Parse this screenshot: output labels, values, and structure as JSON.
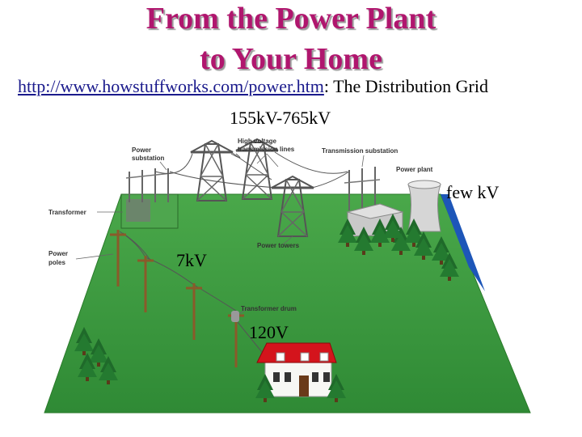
{
  "title_line1": "From the Power Plant",
  "title_line2": "to Your Home",
  "subtitle": {
    "link": "http://www.howstuffworks.com/power.htm",
    "rest": ": The Distribution Grid"
  },
  "voltages": {
    "transmission": "155kV-765kV",
    "plant": "few kV",
    "distribution": "7kV",
    "home": "120V"
  },
  "diagram_labels": {
    "power_substation_1": "Power",
    "power_substation_2": "substation",
    "high_voltage_1": "High voltage",
    "high_voltage_2": "transmission lines",
    "transmission_substation": "Transmission substation",
    "power_plant": "Power plant",
    "transformer": "Transformer",
    "power_poles_1": "Power",
    "power_poles_2": "poles",
    "power_towers": "Power towers",
    "transformer_drum": "Transformer drum"
  },
  "colors": {
    "title": "#b0166e",
    "ground": "#3f9a3f",
    "water": "#1d56b8",
    "roof": "#d4141c"
  }
}
